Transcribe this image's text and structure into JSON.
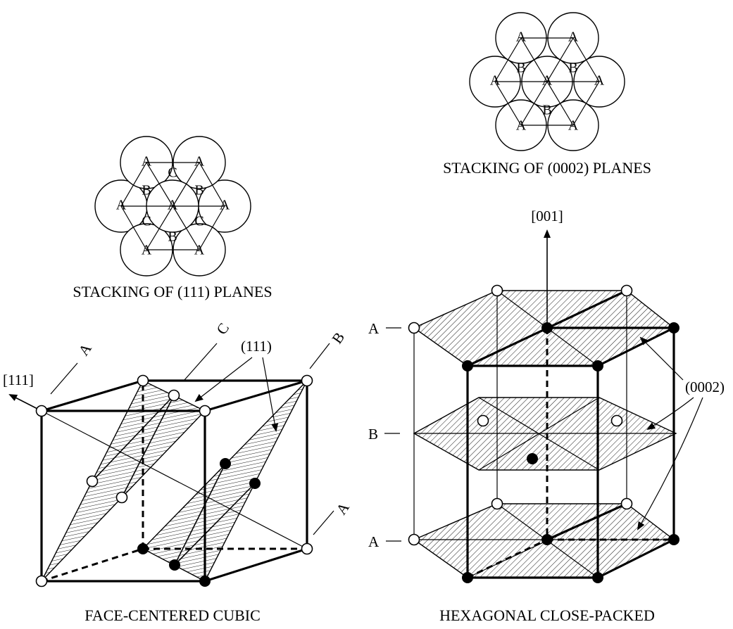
{
  "fcc": {
    "caption": "FACE-CENTERED CUBIC",
    "stacking_caption": "STACKING OF (111) PLANES",
    "direction_label": "[111]",
    "plane_label": "(111)",
    "layer_labels": [
      "A",
      "C",
      "B",
      "A"
    ],
    "stacking_letters": {
      "a": "A",
      "b": "B",
      "c": "C"
    }
  },
  "hcp": {
    "caption": "HEXAGONAL CLOSE-PACKED",
    "stacking_caption": "STACKING OF (0002) PLANES",
    "direction_label": "[001]",
    "plane_label": "(0002)",
    "layer_labels": [
      "A",
      "B",
      "A"
    ],
    "stacking_letters": {
      "a": "A",
      "b": "B"
    }
  }
}
